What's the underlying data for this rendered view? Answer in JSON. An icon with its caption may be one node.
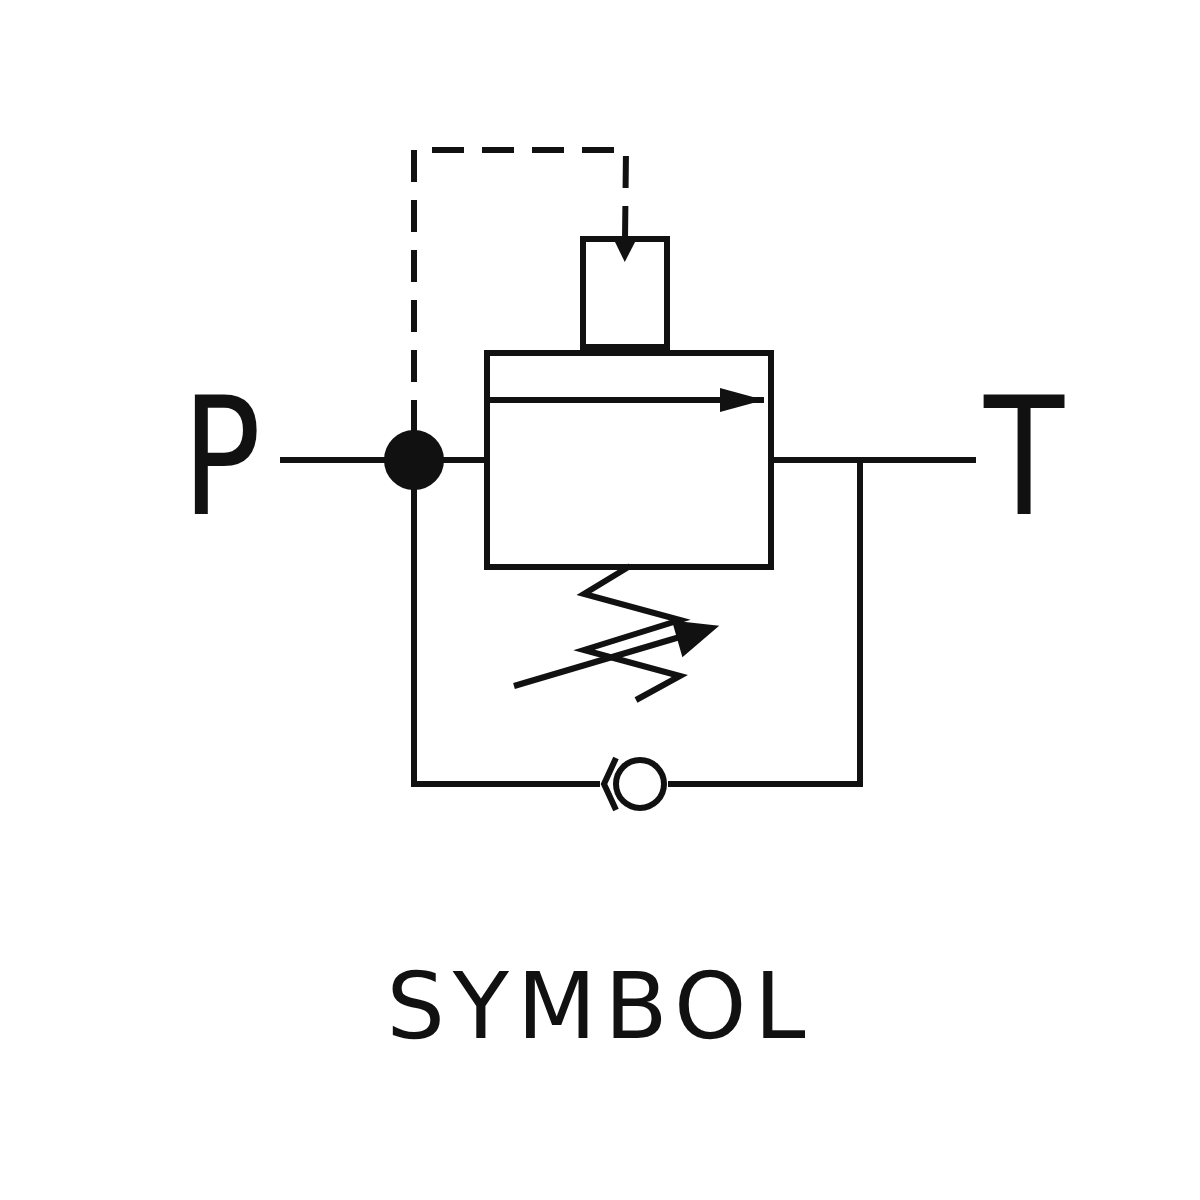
{
  "diagram": {
    "nodes": [
      {
        "text": [
          "P"
        ]
      },
      {
        "text": [],
        "shape": "circle"
      },
      {
        "text": [],
        "shape": "box"
      },
      {
        "text": [],
        "shape": "box"
      },
      {
        "text": [
          "T"
        ]
      },
      {
        "text": [],
        "shape": "circle"
      }
    ],
    "edges": [
      {
        "from": 0,
        "to": 1,
        "arrow": "none"
      },
      {
        "from": 1,
        "to": 3,
        "arrow": "none"
      },
      {
        "from": 1,
        "to": 2,
        "arrow": "to",
        "style": "dashed"
      },
      {
        "from": 3,
        "to": 4,
        "arrow": "none"
      },
      {
        "from": 1,
        "to": 5,
        "arrow": "none"
      },
      {
        "from": 5,
        "to": 4,
        "arrow": "none"
      }
    ],
    "labels": [
      "SYMBOL"
    ]
  }
}
